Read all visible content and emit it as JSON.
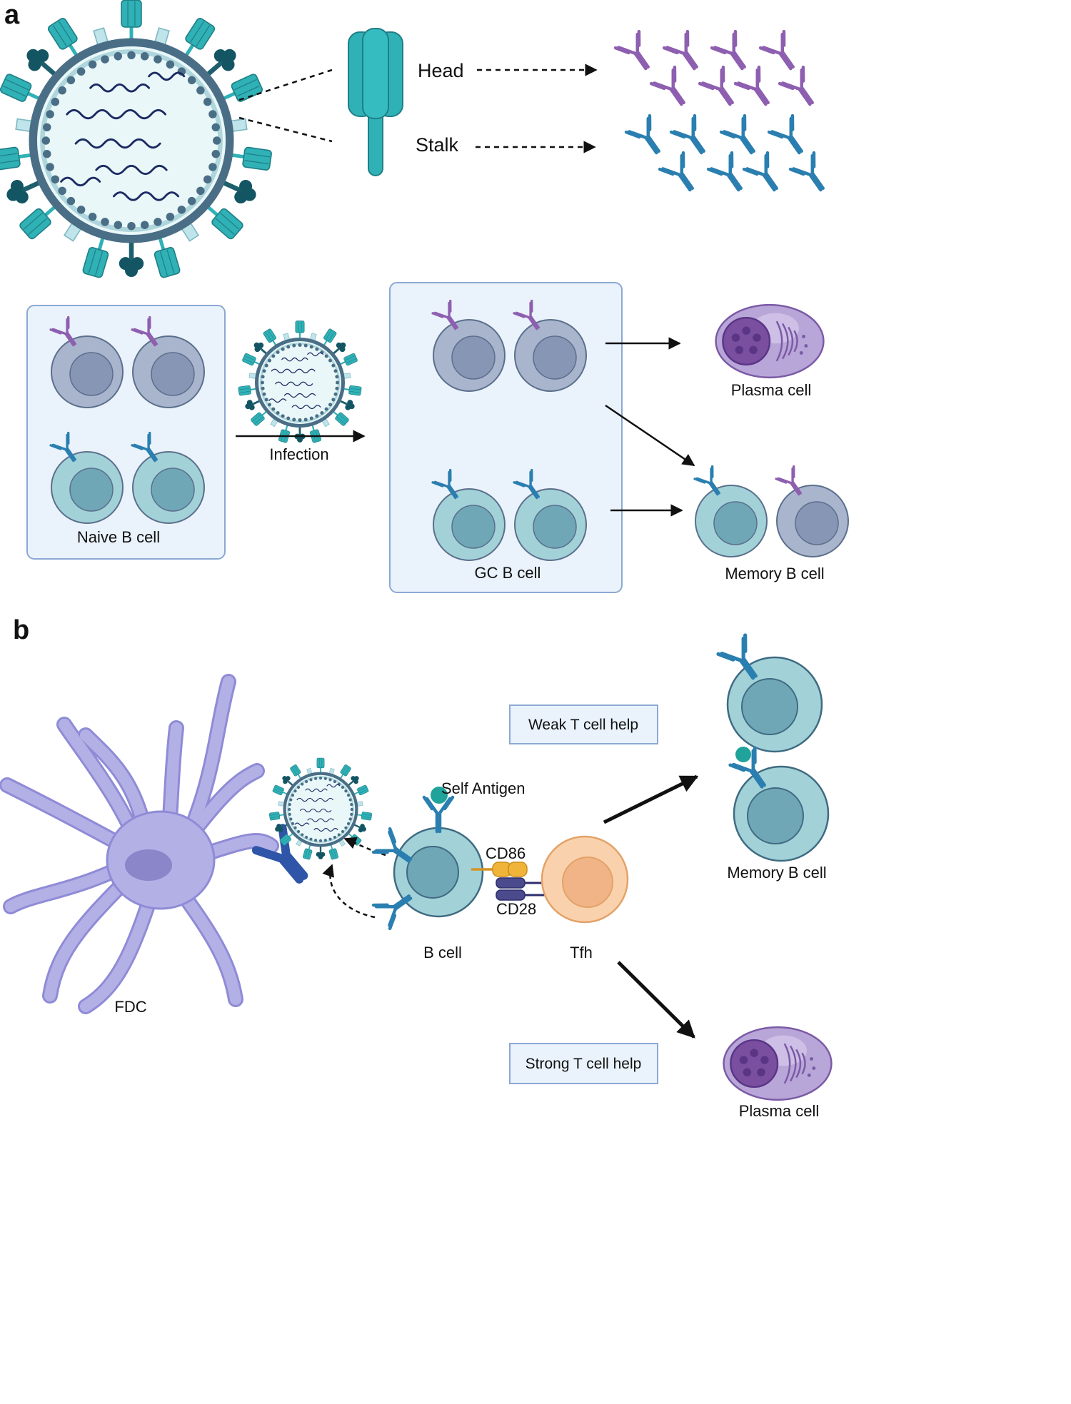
{
  "panel_a": {
    "letter": "a",
    "head_label": "Head",
    "stalk_label": "Stalk",
    "naive_label": "Naive B cell",
    "infection_label": "Infection",
    "gc_label": "GC B cell",
    "plasma_label": "Plasma cell",
    "memory_label": "Memory B cell"
  },
  "panel_b": {
    "letter": "b",
    "weak_help_label": "Weak T cell help",
    "strong_help_label": "Strong T cell help",
    "self_antigen_label": "Self Antigen",
    "cd86_label": "CD86",
    "cd28_label": "CD28",
    "bcell_label": "B cell",
    "tfh_label": "Tfh",
    "fdc_label": "FDC",
    "memory_label": "Memory B cell",
    "plasma_label": "Plasma cell"
  },
  "colors": {
    "teal": "#2fb1b6",
    "teal_dark": "#1f6f7a",
    "purple_ab": "#8e5fb0",
    "blue_ab": "#2a7fb0",
    "box_fill": "#eaf2fb",
    "box_stroke": "#8ba9d4",
    "cell_teal": "#a2d2d8",
    "cell_grey": "#a9b5cd",
    "plasma": "#b9a6d8",
    "fdc": "#b3b0e6",
    "tfh": "#f9d2ad"
  }
}
